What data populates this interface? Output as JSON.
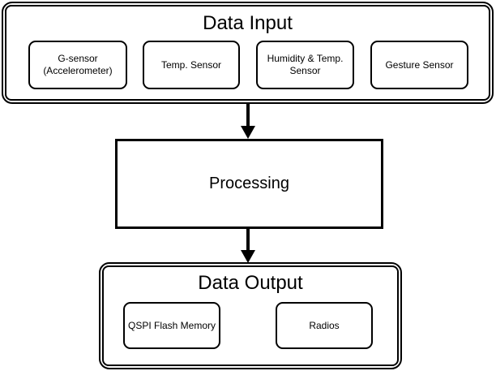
{
  "colors": {
    "background": "#ffffff",
    "stroke": "#000000",
    "text": "#000000"
  },
  "input_group": {
    "title": "Data Input",
    "items": [
      {
        "label": "G-sensor (Accelerometer)"
      },
      {
        "label": "Temp. Sensor"
      },
      {
        "label": "Humidity & Temp. Sensor"
      },
      {
        "label": "Gesture Sensor"
      }
    ]
  },
  "processing": {
    "label": "Processing"
  },
  "output_group": {
    "title": "Data Output",
    "items": [
      {
        "label": "QSPI Flash Memory"
      },
      {
        "label": "Radios"
      }
    ]
  }
}
